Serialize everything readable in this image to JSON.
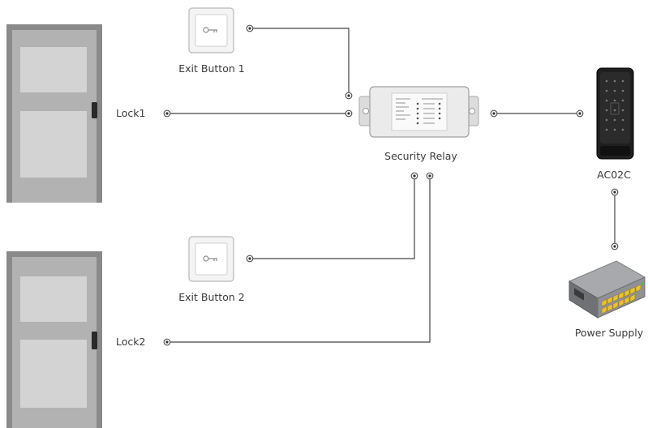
{
  "labels": {
    "exit_button_1": "Exit Button 1",
    "exit_button_2": "Exit Button 2",
    "lock1": "Lock1",
    "lock2": "Lock2",
    "security_relay": "Security Relay",
    "ac02c": "AC02C",
    "power_supply": "Power Supply"
  },
  "colors": {
    "door_frame": "#8a8a8a",
    "door_panel": "#b2b2b2",
    "door_inset": "#d3d3d3",
    "wire": "#444444",
    "relay_body": "#ebebeb",
    "reader_body": "#1f1f1f",
    "switch_body": "#8f9195",
    "switch_port": "#e9c233"
  }
}
